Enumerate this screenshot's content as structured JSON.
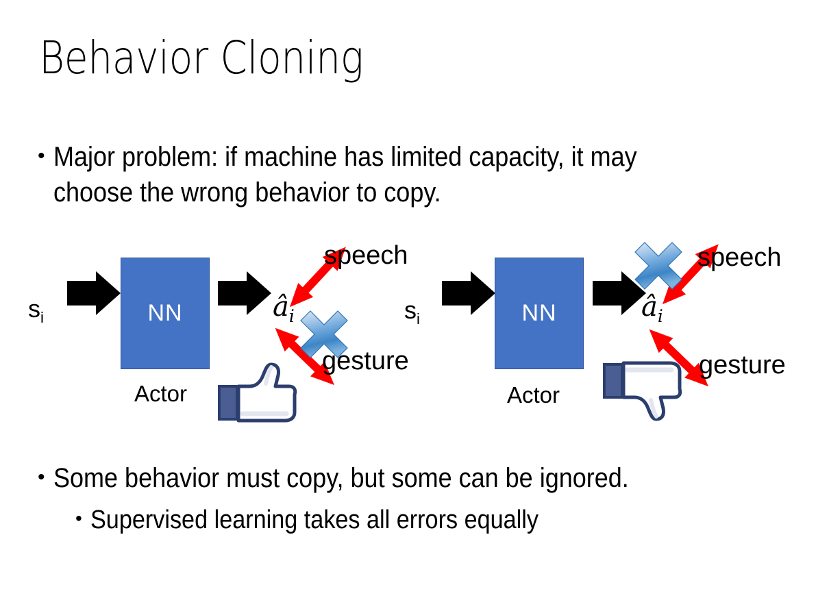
{
  "slide": {
    "title": "Behavior Cloning",
    "background_color": "#FFFFFF"
  },
  "bullets": [
    {
      "level": 1,
      "marker": "•",
      "text": "Major problem: if machine has limited capacity, it may choose the wrong behavior to copy."
    },
    {
      "level": 1,
      "marker": "•",
      "text": "Some behavior must copy, but some can be ignored."
    },
    {
      "level": 2,
      "marker": "•",
      "text": "Supervised learning takes all errors equally"
    }
  ],
  "diagrams": [
    {
      "id": "left",
      "state_label": "s",
      "state_subscript": "i",
      "box_label": "NN",
      "box_color": "#4472C4",
      "box_border_color": "#2E5496",
      "caption": "Actor",
      "action_label": "â",
      "action_subscript": "i",
      "outputs": [
        {
          "name": "speech",
          "direction": "up-right",
          "crossed_out": false
        },
        {
          "name": "gesture",
          "direction": "down-right",
          "crossed_out": true
        }
      ],
      "verdict_icon": "thumbs-up-icon",
      "verdict": "positive",
      "arrow_color": "#FF0000",
      "cross_color": "#5B9BD5",
      "icon_color": "#3B5998"
    },
    {
      "id": "right",
      "state_label": "s",
      "state_subscript": "i",
      "box_label": "NN",
      "box_color": "#4472C4",
      "box_border_color": "#2E5496",
      "caption": "Actor",
      "action_label": "â",
      "action_subscript": "i",
      "outputs": [
        {
          "name": "speech",
          "direction": "up-right",
          "crossed_out": true
        },
        {
          "name": "gesture",
          "direction": "down-right",
          "crossed_out": false
        }
      ],
      "verdict_icon": "thumbs-down-icon",
      "verdict": "negative",
      "arrow_color": "#FF0000",
      "cross_color": "#5B9BD5",
      "icon_color": "#3B5998"
    }
  ]
}
